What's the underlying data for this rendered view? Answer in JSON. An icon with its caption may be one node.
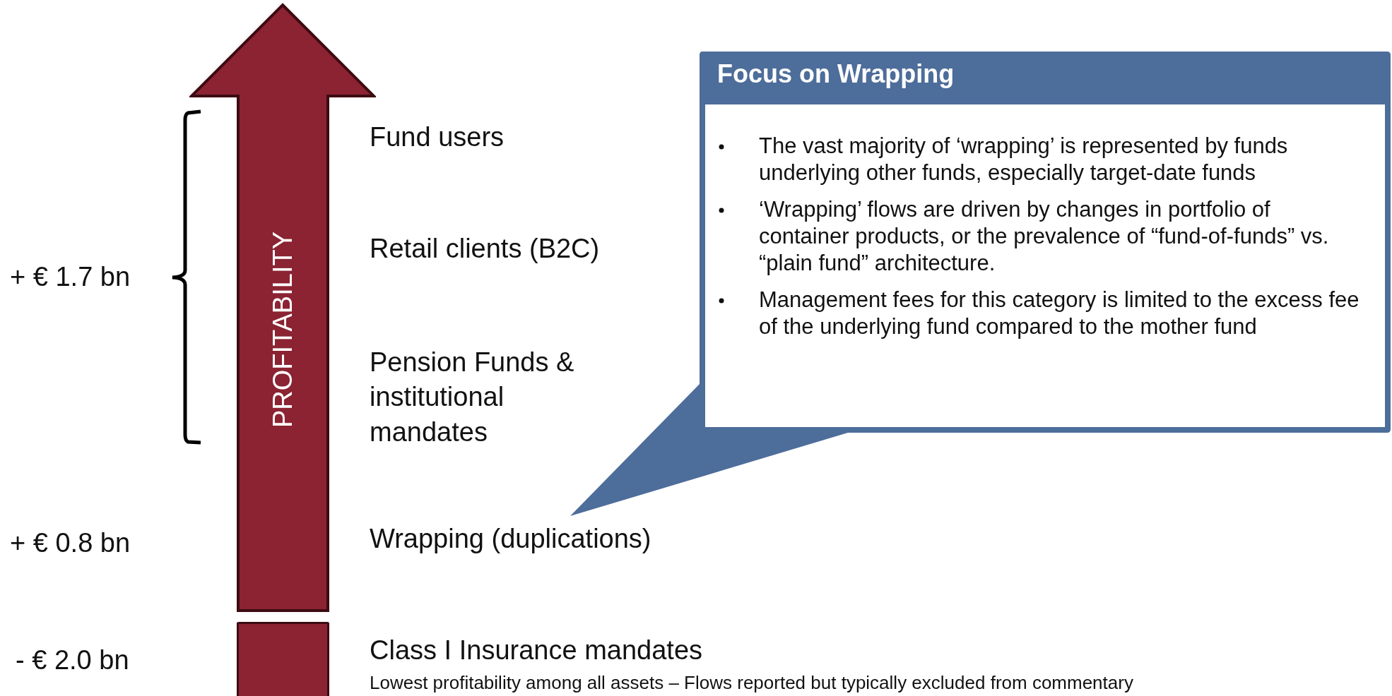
{
  "diagram": {
    "nodes": [
      {
        "text": [
          "PROFITABILITY"
        ]
      },
      {
        "text": [
          "Focus on Wrapping",
          "The vast majority of ‘wrapping’ is represented by funds underlying other funds, especially target-date funds",
          "‘Wrapping’ flows are driven by changes in portfolio of container products, or the prevalence of “fund-of-funds” vs. “plain fund” architecture.",
          "Management fees for this category is limited to the excess fee of the underlying fund compared to the mother fund"
        ]
      },
      {
        "text": [],
        "shape": "bar"
      }
    ],
    "labels": [
      "+ € 1.7 bn",
      "Fund users",
      "Retail clients (B2C)",
      "Pension Funds & institutional mandates",
      "+ € 0.8 bn",
      "Wrapping (duplications)",
      "- € 2.0 bn",
      "Class I Insurance mandates",
      "Lowest profitability among all assets – Flows reported but typically excluded from commentary"
    ]
  }
}
